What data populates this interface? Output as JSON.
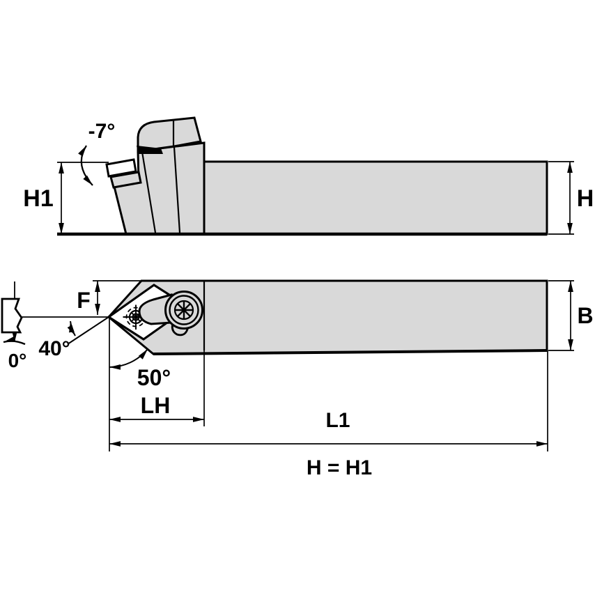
{
  "drawing": {
    "description": "Engineering drawing of a lathe turning tool holder, side view and top view",
    "views": [
      "side-view",
      "top-view"
    ]
  },
  "labels": {
    "rake": "-7°",
    "h1": "H1",
    "h": "H",
    "f": "F",
    "zero_deg": "0°",
    "lead_40": "40°",
    "angle_50": "50°",
    "lh": "LH",
    "b": "B",
    "l1": "L1",
    "h_equals_h1": "H = H1"
  },
  "colors": {
    "body_fill": "#d9d9d9",
    "insert_fill": "#ffffff",
    "line": "#000000",
    "background": "#ffffff"
  }
}
